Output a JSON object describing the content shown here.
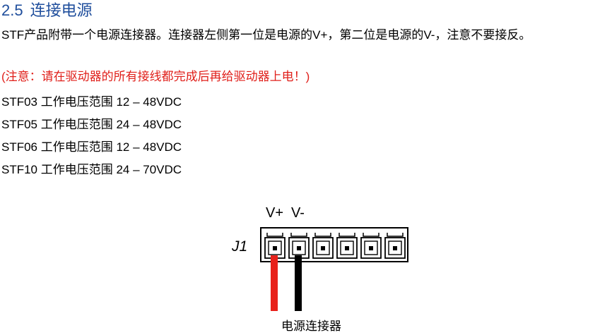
{
  "section": {
    "number": "2.5",
    "title": "连接电源"
  },
  "paragraph": "STF产品附带一个电源连接器。连接器左侧第一位是电源的V+，第二位是电源的V-，注意不要接反。",
  "note": "(注意：请在驱动器的所有接线都完成后再给驱动器上电！)",
  "voltage_specs": [
    "STF03 工作电压范围 12 – 48VDC",
    "STF05 工作电压范围 24 – 48VDC",
    "STF06 工作电压范围 12 – 48VDC",
    "STF10 工作电压范围 24 – 70VDC"
  ],
  "diagram": {
    "connector_ref": "J1",
    "pin_labels": [
      "V+",
      "V-"
    ],
    "pin_count": 6,
    "caption": "电源连接器",
    "colors": {
      "positive_wire": "#e8211a",
      "negative_wire": "#000000"
    }
  }
}
